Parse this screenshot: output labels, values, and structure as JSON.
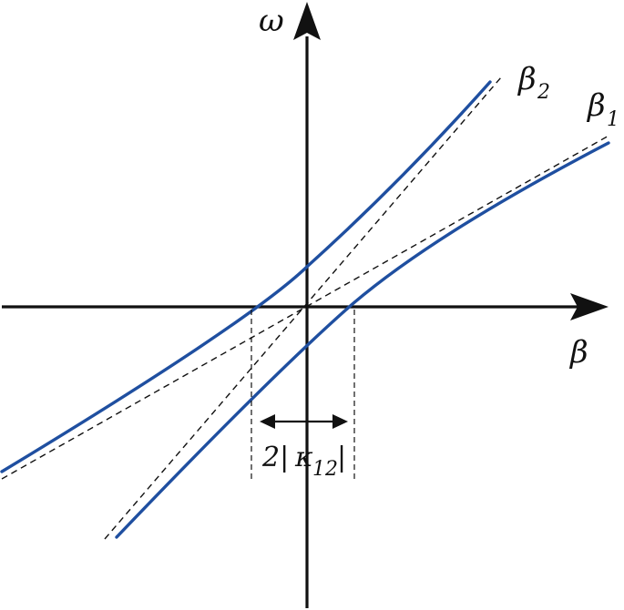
{
  "labels": {
    "omega": "ω",
    "beta": "β",
    "beta2_symbol": "β",
    "beta2_subscript": "2",
    "beta1_symbol": "β",
    "beta1_subscript": "1",
    "gap_prefix": "2|",
    "gap_kappa": "κ",
    "gap_subscript": "12",
    "gap_suffix": "|"
  },
  "colors": {
    "curve": "#1f4fa0",
    "axis": "#111111",
    "background": "#ffffff"
  }
}
